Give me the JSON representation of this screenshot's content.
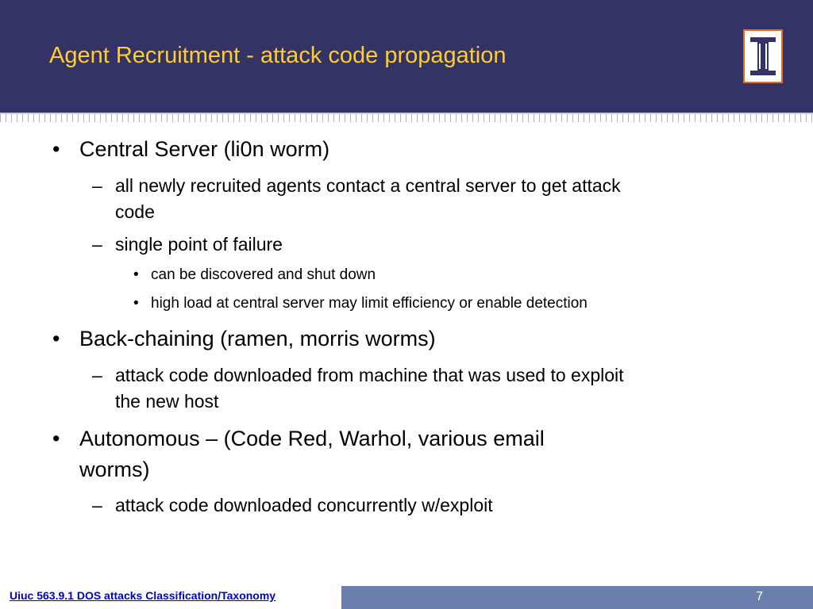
{
  "slide": {
    "title": "Agent Recruitment - attack code propagation",
    "page_number": "7"
  },
  "footer": {
    "link_text": "Uiuc 563.9.1 DOS attacks Classification/Taxonomy"
  },
  "bullets": {
    "b1": "Central Server (li0n worm)",
    "b1_s1_line1": "all newly recruited agents contact a central server to get attack",
    "b1_s1_line2": "code",
    "b1_s2": "single point of failure",
    "b1_s2_i1": "can be discovered and shut down",
    "b1_s2_i2": "high load at central server may limit efficiency or enable detection",
    "b2": "Back-chaining (ramen, morris worms)",
    "b2_s1_line1": "attack code downloaded from machine that was used to exploit",
    "b2_s1_line2": "the new host",
    "b3_line1": "Autonomous – (Code Red, Warhol, various email",
    "b3_line2": "worms)",
    "b3_s1": "attack code downloaded concurrently w/exploit"
  },
  "markers": {
    "level1": "•",
    "level2": "–",
    "level3": "•"
  },
  "colors": {
    "header_bg": "#333366",
    "title_text": "#ffcc33",
    "logo_orange": "#e86b1f",
    "footer_bar": "#6b7fad",
    "footer_link": "#0000cc"
  },
  "icons": {
    "logo": "university-block-i-logo"
  }
}
